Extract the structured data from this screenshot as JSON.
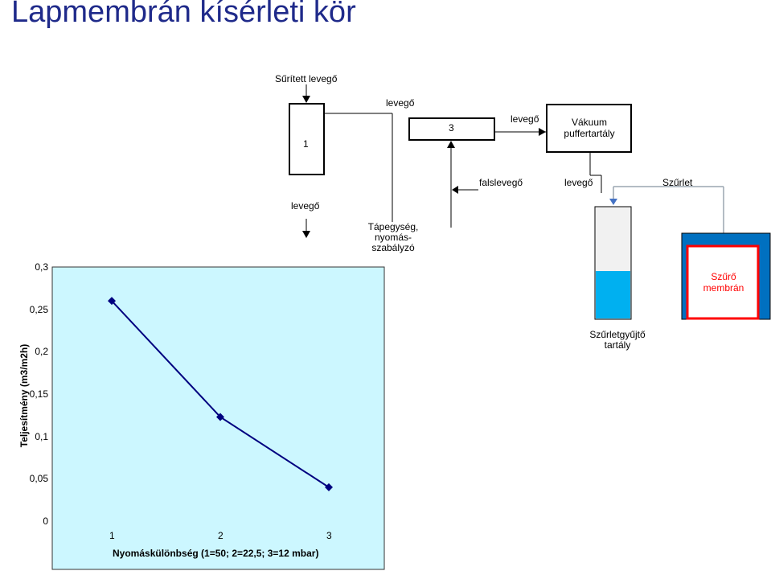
{
  "title": "Lapmembrán kísérleti kör",
  "labels": {
    "compressed_air": "Sűrített levegő",
    "air_top": "levegő",
    "unit_1": "1",
    "unit_3": "3",
    "air_to_vacuum": "levegő",
    "vacuum_buffer": "Vákuum puffertartály",
    "false_air": "falslevegő",
    "air_mid": "levegő",
    "filtrate": "Szűrlet",
    "air_left": "levegő",
    "feed_unit": "Tápegység, nyomás-szabályzó",
    "filter_membrane": "Szűrő membrán",
    "filtrate_tank": "Szűrletgyűjtő tartály"
  },
  "colors": {
    "title": "#1f2a8a",
    "chart_bg": "#ccf7ff",
    "series": "#000080",
    "tank_liquid": "#00b0f0",
    "membrane_outer": "#0070c0",
    "membrane_border": "#ff0000",
    "membrane_text": "#ff0000",
    "pipe_gray": "#9aa5b1",
    "arrow_blue": "#4472c4"
  },
  "chart_data": {
    "type": "line",
    "xlabel": "Nyomáskülönbség (1=50; 2=22,5; 3=12 mbar)",
    "ylabel": "Teljesítmény (m3/m2h)",
    "categories": [
      "1",
      "2",
      "3"
    ],
    "x": [
      1,
      2,
      3
    ],
    "values": [
      0.26,
      0.123,
      0.04
    ],
    "ylim": [
      0,
      0.3
    ],
    "yticks": [
      "0",
      "0,05",
      "0,1",
      "0,15",
      "0,2",
      "0,25",
      "0,3"
    ],
    "ytick_values": [
      0,
      0.05,
      0.1,
      0.15,
      0.2,
      0.25,
      0.3
    ],
    "grid": false,
    "marker": "diamond"
  }
}
